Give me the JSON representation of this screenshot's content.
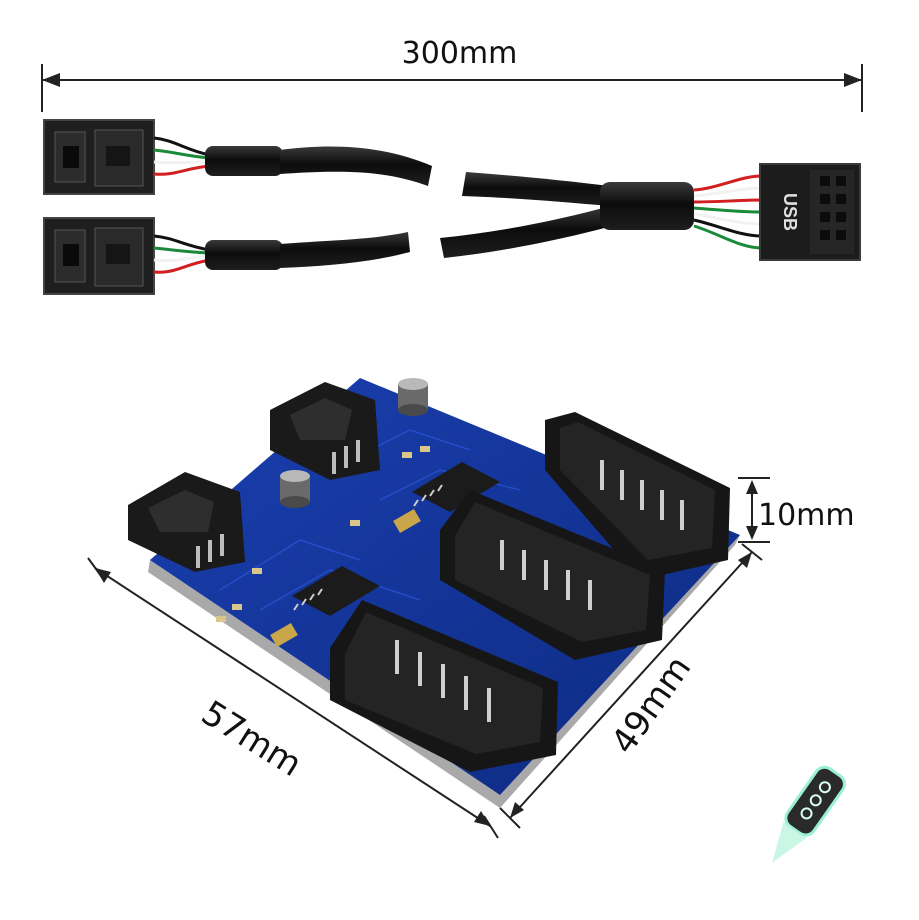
{
  "dimensions": {
    "cable_length": "300mm",
    "board_height": "10mm",
    "board_width": "57mm",
    "board_depth": "49mm"
  },
  "connector_marking": "USB",
  "colors": {
    "pcb": "#12329a",
    "connector": "#1c1c1c",
    "cable": "#111111",
    "wire_red": "#d21f1f",
    "wire_green": "#1b8a3a",
    "wire_white": "#f2f2f2"
  }
}
